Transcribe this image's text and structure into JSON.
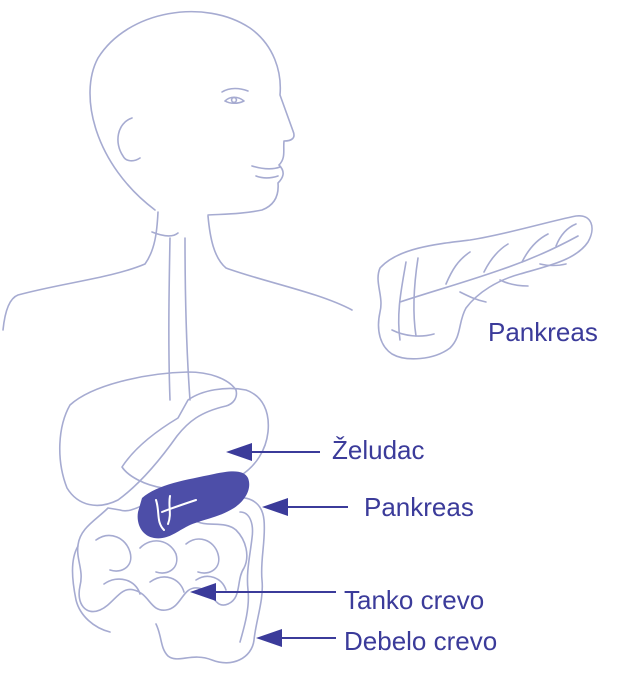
{
  "labels": {
    "pancreas_detail": "Pankreas",
    "stomach": "Želudac",
    "pancreas": "Pankreas",
    "small_intestine": "Tanko crevo",
    "large_intestine": "Debelo crevo"
  },
  "colors": {
    "outline": "#a6abd1",
    "accent": "#3b3b9a",
    "pancreas_fill": "#4d4ea8",
    "background": "#ffffff"
  }
}
